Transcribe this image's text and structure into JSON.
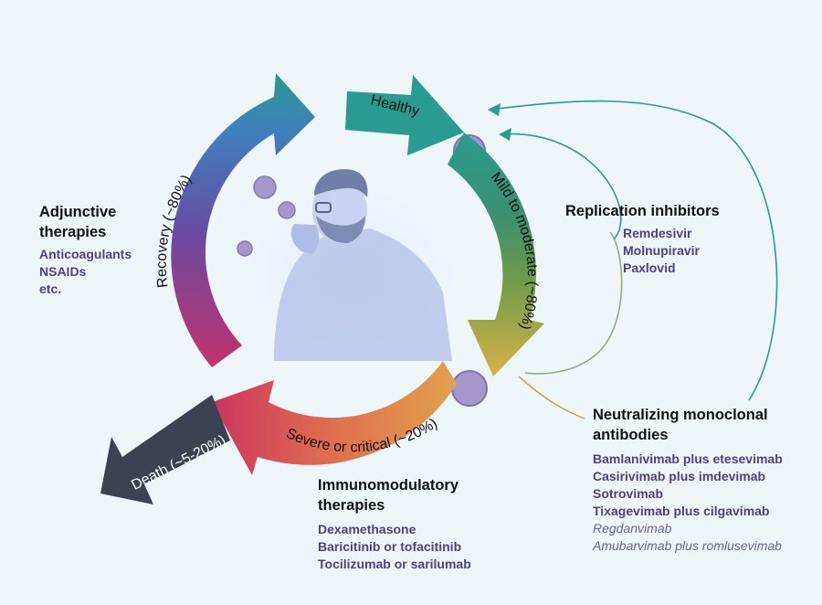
{
  "stages": {
    "healthy": "Healthy",
    "mild": "Mild to moderate (~80%)",
    "severe": "Severe or critical (~20%)",
    "recovery": "Recovery (~80%)",
    "death": "Death (~5-20%)"
  },
  "adjunctive": {
    "title_lines": [
      "Adjunctive",
      "therapies"
    ],
    "items": [
      "Anticoagulants",
      "NSAIDs",
      "etc."
    ]
  },
  "replication": {
    "title": "Replication inhibitors",
    "items": [
      "Remdesivir",
      "Molnupiravir",
      "Paxlovid"
    ]
  },
  "antibodies": {
    "title_lines": [
      "Neutralizing monoclonal",
      "antibodies"
    ],
    "items": [
      "Bamlanivimab plus etesevimab",
      "Casirivimab plus imdevimab",
      "Sotrovimab",
      "Tixagevimab plus cilgavimab"
    ],
    "italic_items": [
      "Regdanvimab",
      "Amubarvimab plus romlusevimab"
    ]
  },
  "immuno": {
    "title_lines": [
      "Immunomodulatory",
      "therapies"
    ],
    "items": [
      "Dexamethasone",
      "Baricitinib or tofacitinib",
      "Tocilizumab or sarilumab"
    ]
  },
  "colors": {
    "teal": "#2a9b90",
    "blue": "#3f7fbd",
    "purple": "#6b4aa0",
    "magenta": "#c2336d",
    "red": "#d8455a",
    "orange": "#e9924a",
    "gold": "#d8b24a",
    "green": "#4f9a57",
    "death": "#3b4352",
    "drug_text": "#4f3f86",
    "virus": "#9b8fc4"
  }
}
